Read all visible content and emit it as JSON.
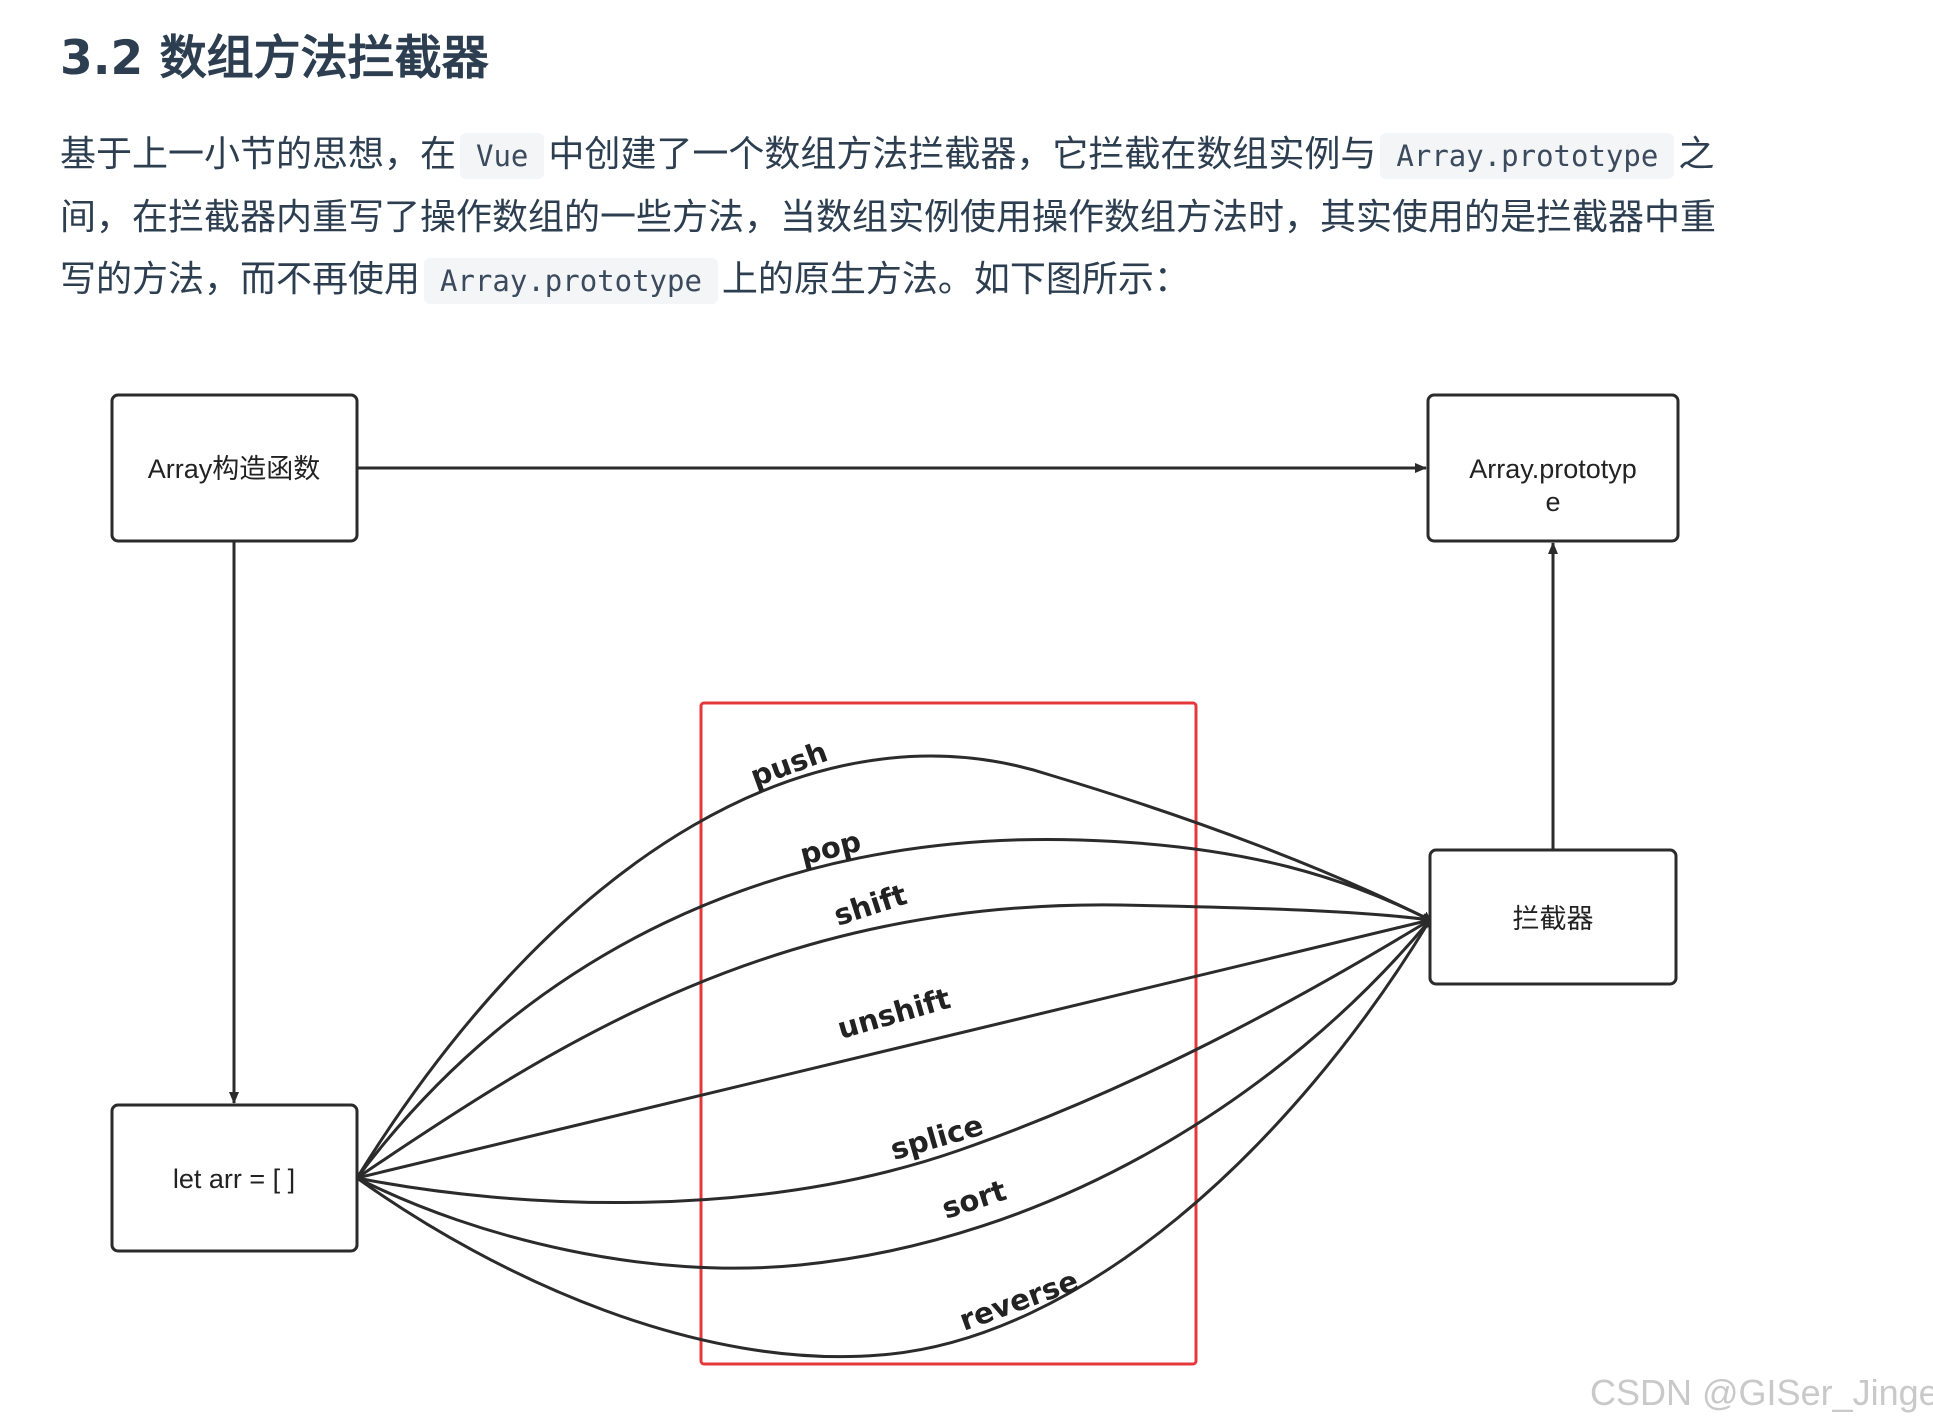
{
  "heading": "3.2 数组方法拦截器",
  "paragraph": {
    "t1": "基于上一小节的思想，在",
    "c1": "Vue",
    "t2": "中创建了一个数组方法拦截器，它拦截在数组实例与",
    "c2": "Array.prototype",
    "t3": "之间，在拦截器内重写了操作数组的一些方法，当数组实例使用操作数组方法时，其实使用的是拦截器中重写的方法，而不再使用",
    "c3": "Array.prototype",
    "t4": "上的原生方法。如下图所示："
  },
  "diagram": {
    "nodes": {
      "array_constructor": "Array构造函数",
      "array_prototype_line1": "Array.prototyp",
      "array_prototype_line2": "e",
      "interceptor": "拦截器",
      "arr_instance": "let arr = [ ]"
    },
    "methods": {
      "push": "push",
      "pop": "pop",
      "shift": "shift",
      "unshift": "unshift",
      "splice": "splice",
      "sort": "sort",
      "reverse": "reverse"
    },
    "colors": {
      "line": "#2b2b2b",
      "highlight_box": "#e5383b"
    }
  },
  "watermark": "CSDN @GISer_Jinger"
}
